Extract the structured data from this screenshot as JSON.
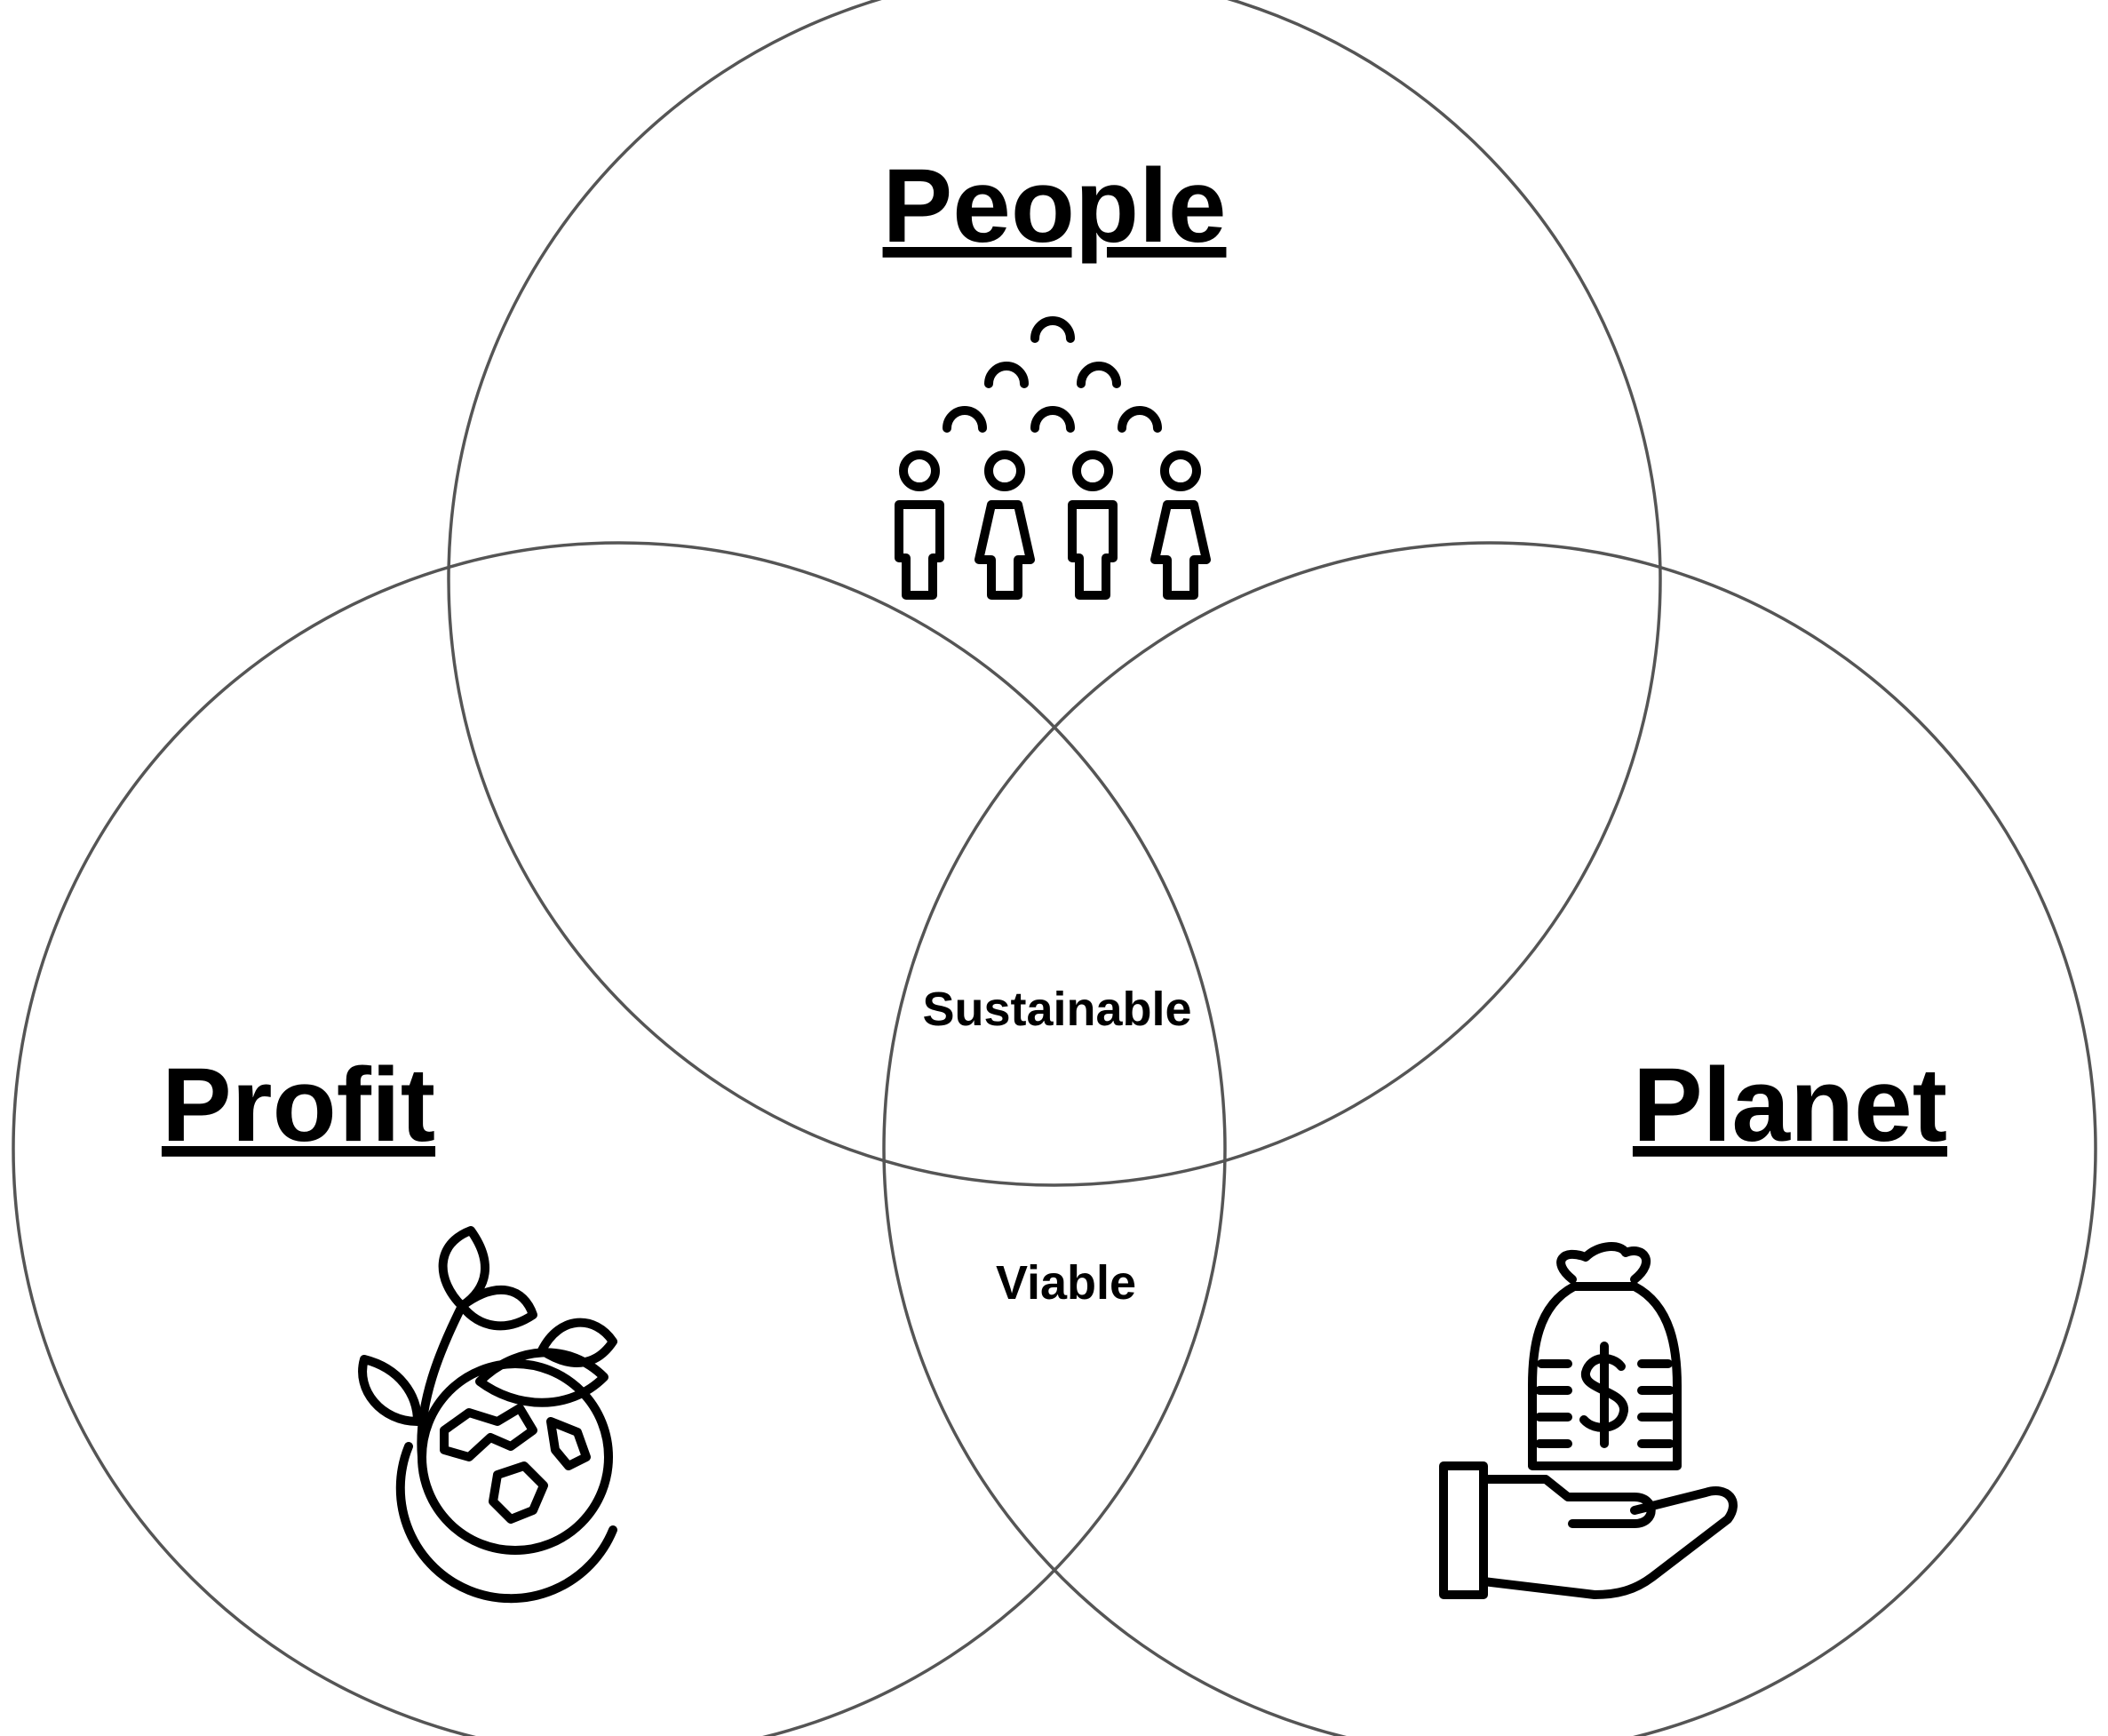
{
  "diagram": {
    "sets": [
      {
        "id": "people",
        "label": "People",
        "icon": "people-group-icon"
      },
      {
        "id": "profit",
        "label": "Profit",
        "icon": "globe-leaves-icon"
      },
      {
        "id": "planet",
        "label": "Planet",
        "icon": "hand-money-bag-icon"
      }
    ],
    "regions": {
      "center": "Sustainable",
      "profit_planet": "Viable"
    },
    "colors": {
      "outline": "#555555",
      "text": "#000000",
      "background": "#ffffff"
    }
  }
}
